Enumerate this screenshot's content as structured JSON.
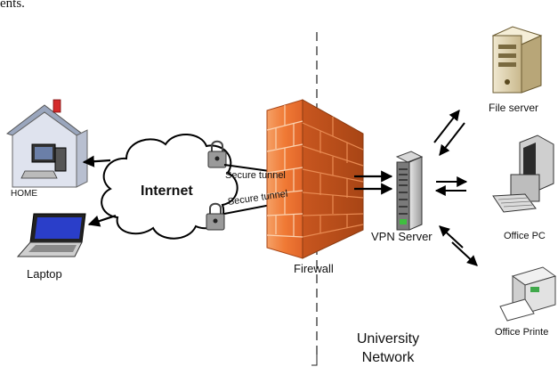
{
  "header_fragment": "ents.",
  "nodes": {
    "home": "HOME",
    "laptop": "Laptop",
    "internet": "Internet",
    "firewall": "Firewall",
    "vpn_server": "VPN Server",
    "file_server": "File server",
    "office_pc": "Office PC",
    "office_printer": "Office Printe"
  },
  "tunnels": [
    "Secure tunnel",
    "Secure tunnel"
  ],
  "network_label": [
    "University",
    "Network"
  ],
  "colors": {
    "firewall": "#f07a35",
    "firewall_dark": "#c8561f",
    "cloud_fill": "#ffffff",
    "stroke": "#000000",
    "house_roof": "#9aa6bd",
    "lock": "#8a8a8a"
  },
  "icons": [
    "house-icon",
    "laptop-icon",
    "cloud-icon",
    "padlock-icon",
    "firewall-icon",
    "server-tower-icon",
    "file-server-icon",
    "desktop-pc-icon",
    "printer-icon"
  ]
}
